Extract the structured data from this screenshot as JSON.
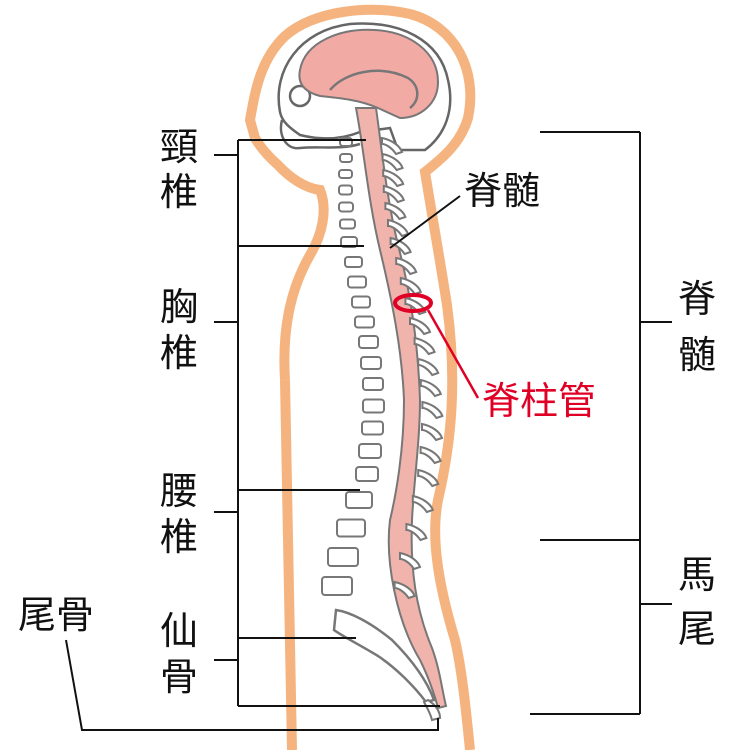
{
  "labels": {
    "cervical": [
      "頸",
      "椎"
    ],
    "thoracic": [
      "胸",
      "椎"
    ],
    "lumbar": [
      "腰",
      "椎"
    ],
    "sacrum": [
      "仙",
      "骨"
    ],
    "coccyx": "尾骨",
    "spinal_cord_pointer": "脊髄",
    "spinal_canal": "脊柱管",
    "spinal_cord_region": [
      "脊",
      "髄"
    ],
    "cauda_equina": [
      "馬",
      "尾"
    ]
  },
  "colors": {
    "skin_outline": "#f5b47f",
    "spinal_cord": "#f0b4ad",
    "brain": "#f2aaa5",
    "accent_red": "#e00026",
    "line": "#111111"
  }
}
